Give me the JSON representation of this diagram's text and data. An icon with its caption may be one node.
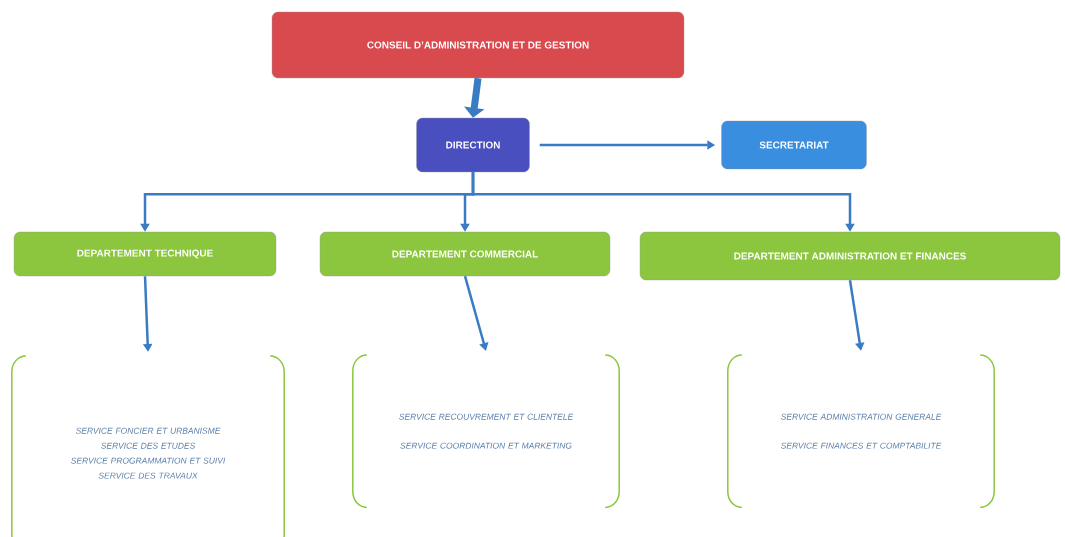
{
  "diagram": {
    "nodes": [
      {
        "text": [
          "CONSEIL D’ADMINISTRATION ET DE GESTION"
        ]
      },
      {
        "text": [
          "DIRECTION"
        ]
      },
      {
        "text": [
          "SECRETARIAT"
        ]
      },
      {
        "text": [
          "DEPARTEMENT TECHNIQUE"
        ]
      },
      {
        "text": [
          "DEPARTEMENT COMMERCIAL"
        ]
      },
      {
        "text": [
          "DEPARTEMENT ADMINISTRATION ET FINANCES"
        ]
      },
      {
        "text": [
          "SERVICE FONCIER ET URBANISME",
          "SERVICE DES ETUDES",
          "SERVICE PROGRAMMATION ET SUIVI",
          "SERVICE DES TRAVAUX"
        ]
      },
      {
        "text": [
          "SERVICE RECOUVREMENT ET CLIENTELE",
          "SERVICE COORDINATION ET MARKETING"
        ]
      },
      {
        "text": [
          "SERVICE ADMINISTRATION GENERALE",
          "SERVICE FINANCES ET COMPTABILITE"
        ]
      }
    ],
    "edges": [
      {
        "from": 0,
        "to": 1,
        "arrow": "to",
        "style": "thick"
      },
      {
        "from": 1,
        "to": 2,
        "arrow": "to"
      },
      {
        "from": 1,
        "to": 3,
        "arrow": "to"
      },
      {
        "from": 1,
        "to": 4,
        "arrow": "to"
      },
      {
        "from": 1,
        "to": 5,
        "arrow": "to"
      },
      {
        "from": 3,
        "to": 6,
        "arrow": "to"
      },
      {
        "from": 4,
        "to": 7,
        "arrow": "to"
      },
      {
        "from": 5,
        "to": 8,
        "arrow": "to"
      }
    ]
  }
}
